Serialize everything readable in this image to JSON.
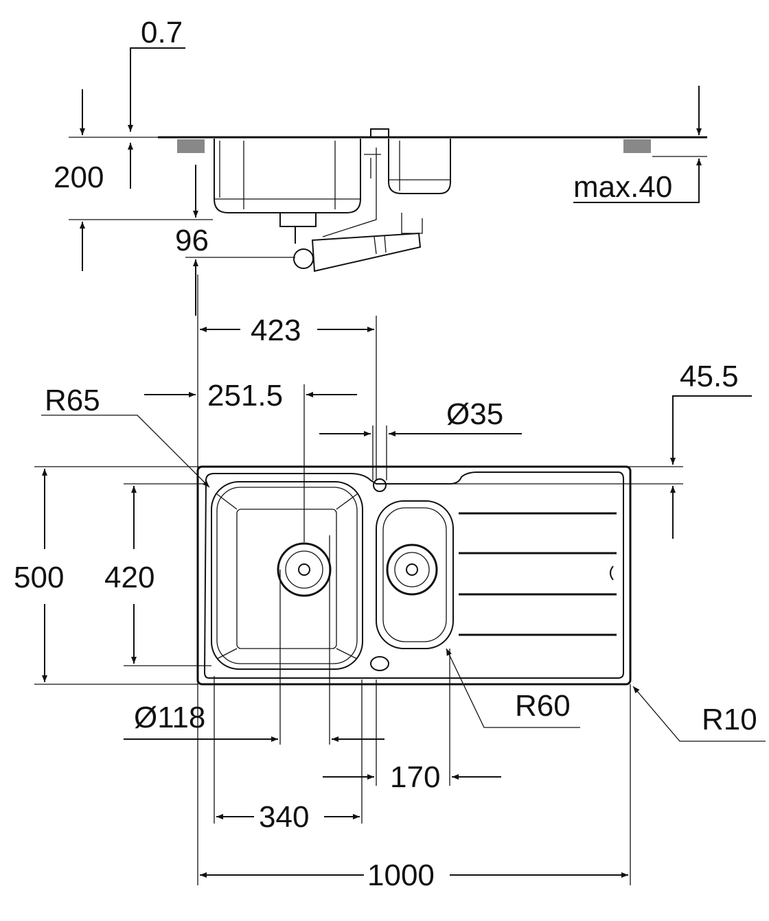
{
  "title": "Sink dimension drawing",
  "dimensions": {
    "sheet_thickness": "0.7",
    "depth_total": "200",
    "bowl_depth_offset": "96",
    "countertop_max": "max.40",
    "tap_hole_distance": "423",
    "drain_center": "251.5",
    "tap_hole_diameter": "Ø35",
    "tap_hole_offset": "45.5",
    "corner_radius_bowl": "R65",
    "width": "500",
    "bowl_width": "420",
    "drain_diameter": "Ø118",
    "corner_radius_small": "R60",
    "corner_radius_outer": "R10",
    "small_bowl_length": "170",
    "main_bowl_length": "340",
    "length": "1000"
  },
  "colors": {
    "line": "#111111",
    "background": "#ffffff"
  }
}
